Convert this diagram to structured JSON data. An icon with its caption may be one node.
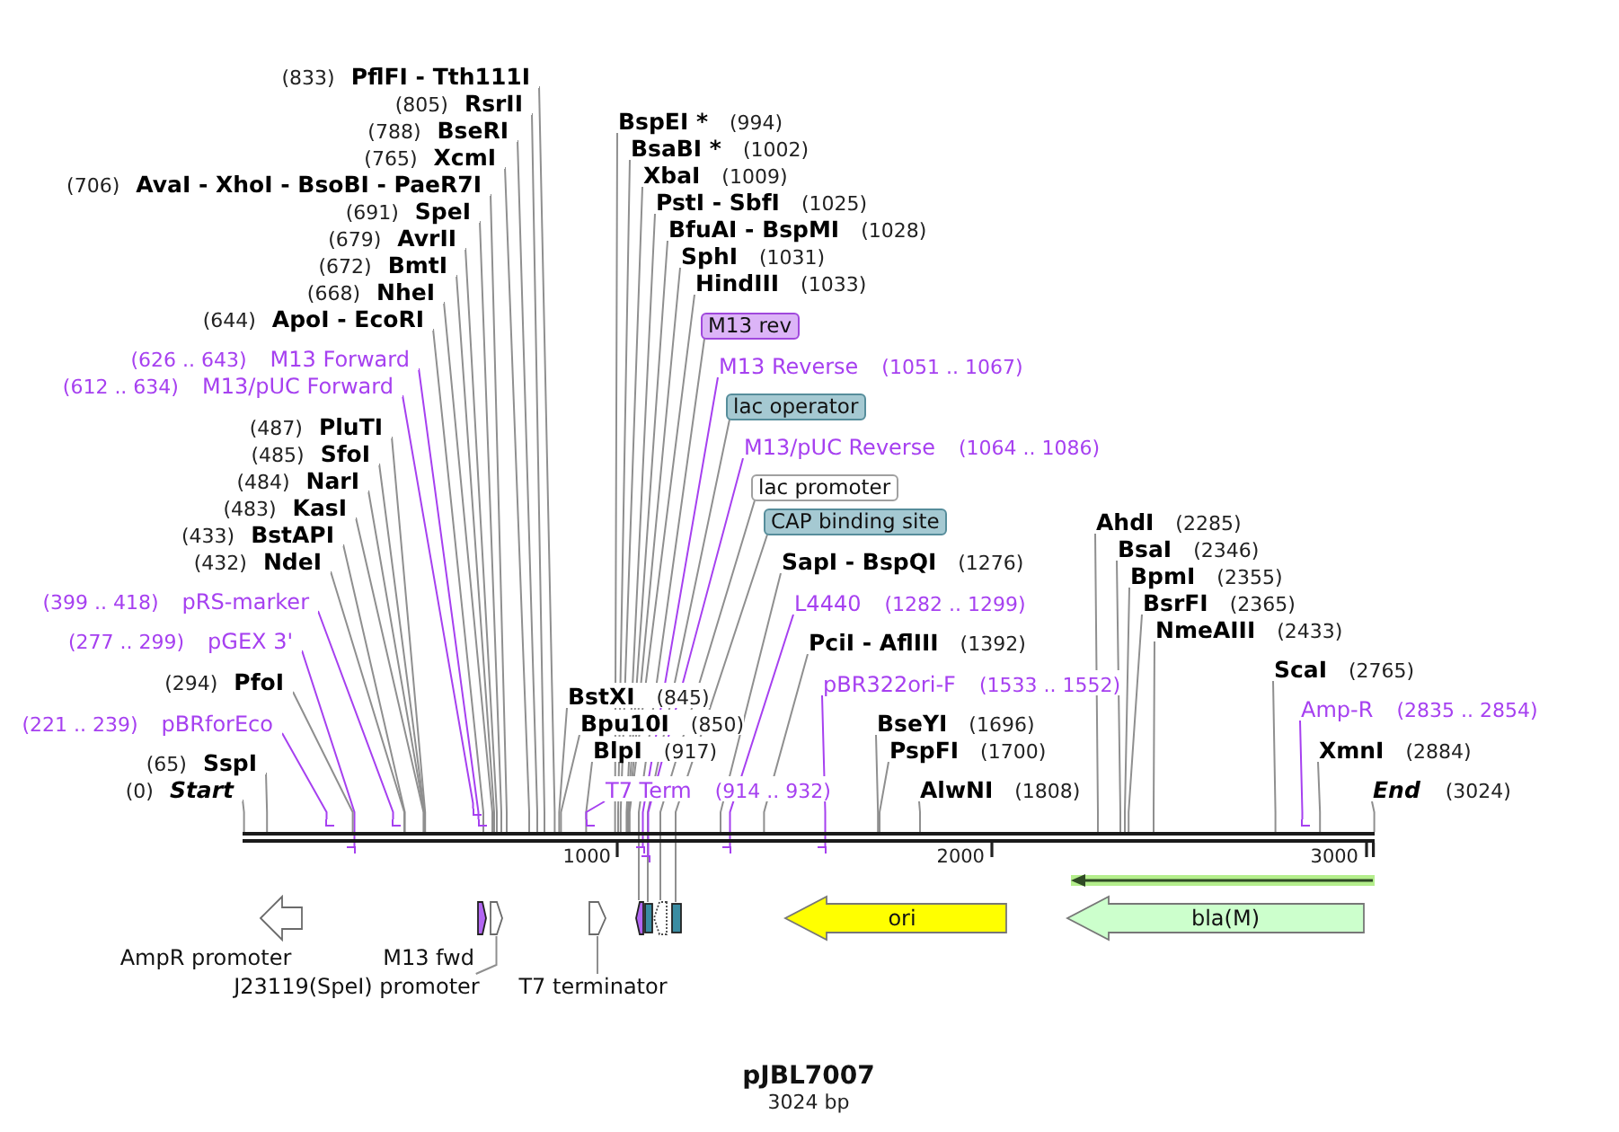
{
  "diagram": {
    "title": "pJBL7007",
    "nodes": [
      {
        "text": [
          "(833)",
          "PflFI - Tth111I"
        ]
      },
      {
        "text": [
          "(805)",
          "RsrII"
        ]
      },
      {
        "text": [
          "(788)",
          "BseRI"
        ]
      },
      {
        "text": [
          "(765)",
          "XcmI"
        ]
      },
      {
        "text": [
          "(706)",
          "AvaI - XhoI - BsoBI - PaeR7I"
        ]
      },
      {
        "text": [
          "(691)",
          "SpeI"
        ]
      },
      {
        "text": [
          "(679)",
          "AvrII"
        ]
      },
      {
        "text": [
          "(672)",
          "BmtI"
        ]
      },
      {
        "text": [
          "(668)",
          "NheI"
        ]
      },
      {
        "text": [
          "(644)",
          "ApoI - EcoRI"
        ]
      },
      {
        "text": [
          "(626 .. 643)",
          "M13 Forward"
        ]
      },
      {
        "text": [
          "(612 .. 634)",
          "M13/pUC Forward"
        ]
      },
      {
        "text": [
          "(487)",
          "PluTI"
        ]
      },
      {
        "text": [
          "(485)",
          "SfoI"
        ]
      },
      {
        "text": [
          "(484)",
          "NarI"
        ]
      },
      {
        "text": [
          "(483)",
          "KasI"
        ]
      },
      {
        "text": [
          "(433)",
          "BstAPI"
        ]
      },
      {
        "text": [
          "(432)",
          "NdeI"
        ]
      },
      {
        "text": [
          "(399 .. 418)",
          "pRS-marker"
        ]
      },
      {
        "text": [
          "(277 .. 299)",
          "pGEX 3'"
        ]
      },
      {
        "text": [
          "(294)",
          "PfoI"
        ]
      },
      {
        "text": [
          "(221 .. 239)",
          "pBRforEco"
        ]
      },
      {
        "text": [
          "(65)",
          "SspI"
        ]
      },
      {
        "text": [
          "(0)",
          "Start"
        ]
      },
      {
        "text": [
          "BspEI *",
          "(994)"
        ]
      },
      {
        "text": [
          "BsaBI *",
          "(1002)"
        ]
      },
      {
        "text": [
          "XbaI",
          "(1009)"
        ]
      },
      {
        "text": [
          "PstI - SbfI",
          "(1025)"
        ]
      },
      {
        "text": [
          "BfuAI - BspMI",
          "(1028)"
        ]
      },
      {
        "text": [
          "SphI",
          "(1031)"
        ]
      },
      {
        "text": [
          "HindIII",
          "(1033)"
        ]
      },
      {
        "text": [
          "M13 rev"
        ]
      },
      {
        "text": [
          "M13 Reverse",
          "(1051 .. 1067)"
        ]
      },
      {
        "text": [
          "lac operator"
        ]
      },
      {
        "text": [
          "M13/pUC Reverse",
          "(1064 .. 1086)"
        ]
      },
      {
        "text": [
          "lac promoter"
        ]
      },
      {
        "text": [
          "CAP binding site"
        ]
      },
      {
        "text": [
          "SapI - BspQI",
          "(1276)"
        ]
      },
      {
        "text": [
          "L4440",
          "(1282 .. 1299)"
        ]
      },
      {
        "text": [
          "PciI - AflIII",
          "(1392)"
        ]
      },
      {
        "text": [
          "pBR322ori-F",
          "(1533 .. 1552)"
        ]
      },
      {
        "text": [
          "BseYI",
          "(1696)"
        ]
      },
      {
        "text": [
          "PspFI",
          "(1700)"
        ]
      },
      {
        "text": [
          "AlwNI",
          "(1808)"
        ]
      },
      {
        "text": [
          "BstXI",
          "(845)"
        ]
      },
      {
        "text": [
          "Bpu10I",
          "(850)"
        ]
      },
      {
        "text": [
          "BlpI",
          "(917)"
        ]
      },
      {
        "text": [
          "T7 Term",
          "(914 .. 932)"
        ]
      },
      {
        "text": [
          "AhdI",
          "(2285)"
        ]
      },
      {
        "text": [
          "BsaI",
          "(2346)"
        ]
      },
      {
        "text": [
          "BpmI",
          "(2355)"
        ]
      },
      {
        "text": [
          "BsrFI",
          "(2365)"
        ]
      },
      {
        "text": [
          "NmeAIII",
          "(2433)"
        ]
      },
      {
        "text": [
          "ScaI",
          "(2765)"
        ]
      },
      {
        "text": [
          "Amp-R",
          "(2835 .. 2854)"
        ]
      },
      {
        "text": [
          "XmnI",
          "(2884)"
        ]
      },
      {
        "text": [
          "End",
          "(3024)"
        ]
      },
      {
        "text": [],
        "shape": "bar"
      },
      {
        "text": [],
        "shape": "bar"
      },
      {
        "text": [],
        "shape": "bar"
      },
      {
        "text": [],
        "shape": "bar"
      },
      {
        "text": [],
        "shape": "bar"
      },
      {
        "text": [],
        "shape": "bar"
      },
      {
        "text": [],
        "shape": "bar"
      },
      {
        "text": [],
        "shape": "bar"
      },
      {
        "text": [],
        "shape": "bar"
      },
      {
        "text": [],
        "shape": "bar"
      },
      {
        "text": [],
        "shape": "bar"
      },
      {
        "text": [],
        "shape": "bar"
      },
      {
        "text": [
          "AmpR promoter"
        ]
      },
      {
        "text": [
          "M13 fwd"
        ]
      },
      {
        "text": [],
        "shape": "arrow"
      },
      {
        "text": [],
        "shape": "arrow"
      },
      {
        "text": [],
        "shape": "arrow"
      },
      {
        "text": [],
        "shape": "box"
      },
      {
        "text": [],
        "shape": "arrow"
      },
      {
        "text": [],
        "shape": "box"
      },
      {
        "text": [
          "ori"
        ]
      },
      {
        "text": [
          "bla(M)"
        ]
      },
      {
        "text": [
          "J23119(SpeI) promoter"
        ]
      },
      {
        "text": [
          "T7 terminator"
        ]
      }
    ],
    "edges": [
      {
        "from": 0,
        "to": 57,
        "arrow": "none"
      },
      {
        "from": 1,
        "to": 57,
        "arrow": "none"
      },
      {
        "from": 2,
        "to": 57,
        "arrow": "none"
      },
      {
        "from": 3,
        "to": 57,
        "arrow": "none"
      },
      {
        "from": 4,
        "to": 57,
        "arrow": "none"
      },
      {
        "from": 5,
        "to": 57,
        "arrow": "none"
      },
      {
        "from": 6,
        "to": 57,
        "arrow": "none"
      },
      {
        "from": 7,
        "to": 57,
        "arrow": "none"
      },
      {
        "from": 8,
        "to": 57,
        "arrow": "none"
      },
      {
        "from": 9,
        "to": 57,
        "arrow": "none"
      },
      {
        "from": 10,
        "to": 62,
        "arrow": "none",
        "color": "#a640f0"
      },
      {
        "from": 11,
        "to": 61,
        "arrow": "none",
        "color": "#a640f0"
      },
      {
        "from": 12,
        "to": 57,
        "arrow": "none"
      },
      {
        "from": 13,
        "to": 57,
        "arrow": "none"
      },
      {
        "from": 14,
        "to": 57,
        "arrow": "none"
      },
      {
        "from": 15,
        "to": 57,
        "arrow": "none"
      },
      {
        "from": 16,
        "to": 57,
        "arrow": "none"
      },
      {
        "from": 17,
        "to": 57,
        "arrow": "none"
      },
      {
        "from": 18,
        "to": 60,
        "arrow": "none",
        "color": "#a640f0"
      },
      {
        "from": 19,
        "to": 59,
        "arrow": "none",
        "color": "#a640f0"
      },
      {
        "from": 20,
        "to": 57,
        "arrow": "none"
      },
      {
        "from": 21,
        "to": 58,
        "arrow": "none",
        "color": "#a640f0"
      },
      {
        "from": 22,
        "to": 57,
        "arrow": "none"
      },
      {
        "from": 23,
        "to": 57,
        "arrow": "none"
      },
      {
        "from": 24,
        "to": 57,
        "arrow": "none"
      },
      {
        "from": 25,
        "to": 57,
        "arrow": "none"
      },
      {
        "from": 26,
        "to": 57,
        "arrow": "none"
      },
      {
        "from": 27,
        "to": 57,
        "arrow": "none"
      },
      {
        "from": 28,
        "to": 57,
        "arrow": "none"
      },
      {
        "from": 29,
        "to": 57,
        "arrow": "none"
      },
      {
        "from": 30,
        "to": 57,
        "arrow": "none"
      },
      {
        "from": 31,
        "to": 73,
        "arrow": "none"
      },
      {
        "from": 32,
        "to": 64,
        "arrow": "none",
        "color": "#a640f0"
      },
      {
        "from": 33,
        "to": 74,
        "arrow": "none"
      },
      {
        "from": 34,
        "to": 65,
        "arrow": "none",
        "color": "#a640f0"
      },
      {
        "from": 35,
        "to": 75,
        "arrow": "none"
      },
      {
        "from": 36,
        "to": 76,
        "arrow": "none"
      },
      {
        "from": 37,
        "to": 57,
        "arrow": "none"
      },
      {
        "from": 38,
        "to": 66,
        "arrow": "none",
        "color": "#a640f0"
      },
      {
        "from": 39,
        "to": 57,
        "arrow": "none"
      },
      {
        "from": 40,
        "to": 67,
        "arrow": "none",
        "color": "#a640f0"
      },
      {
        "from": 41,
        "to": 57,
        "arrow": "none"
      },
      {
        "from": 42,
        "to": 57,
        "arrow": "none"
      },
      {
        "from": 43,
        "to": 57,
        "arrow": "none"
      },
      {
        "from": 44,
        "to": 57,
        "arrow": "none"
      },
      {
        "from": 45,
        "to": 57,
        "arrow": "none"
      },
      {
        "from": 46,
        "to": 57,
        "arrow": "none"
      },
      {
        "from": 47,
        "to": 63,
        "arrow": "none",
        "color": "#a640f0"
      },
      {
        "from": 48,
        "to": 57,
        "arrow": "none"
      },
      {
        "from": 49,
        "to": 57,
        "arrow": "none"
      },
      {
        "from": 50,
        "to": 57,
        "arrow": "none"
      },
      {
        "from": 51,
        "to": 57,
        "arrow": "none"
      },
      {
        "from": 52,
        "to": 57,
        "arrow": "none"
      },
      {
        "from": 53,
        "to": 57,
        "arrow": "none"
      },
      {
        "from": 54,
        "to": 68,
        "arrow": "none",
        "color": "#a640f0"
      },
      {
        "from": 55,
        "to": 57,
        "arrow": "none"
      },
      {
        "from": 56,
        "to": 57,
        "arrow": "none"
      },
      {
        "from": 79,
        "to": 71,
        "arrow": "none"
      },
      {
        "from": 80,
        "to": 72,
        "arrow": "none"
      }
    ],
    "labels": [
      "1000",
      "2000",
      "3000",
      "3024 bp"
    ]
  }
}
